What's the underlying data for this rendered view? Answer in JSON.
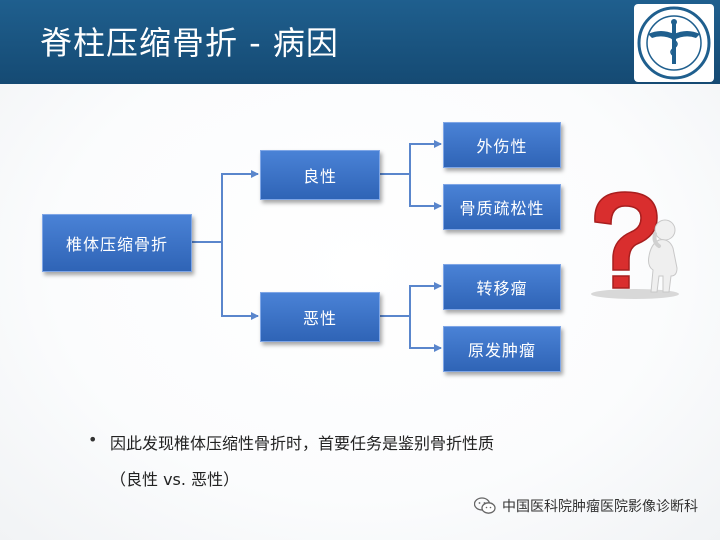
{
  "slide": {
    "title": "脊柱压缩骨折 - 病因"
  },
  "diagram": {
    "root": "椎体压缩骨折",
    "branches": [
      {
        "label": "良性",
        "children": [
          "外伤性",
          "骨质疏松性"
        ]
      },
      {
        "label": "恶性",
        "children": [
          "转移瘤",
          "原发肿瘤"
        ]
      }
    ]
  },
  "bullets": {
    "main": "因此发现椎体压缩性骨折时，首要任务是鉴别骨折性质",
    "sub": "（良性 vs. 恶性）"
  },
  "footer": {
    "source": "中国医科院肿瘤医院影像诊断科"
  },
  "colors": {
    "header": "#1f5f8e",
    "box": "#3a70c4",
    "arrow": "#5a86cc",
    "question": "#d92e2e"
  },
  "icons": {
    "logo": "hospital-emblem-icon",
    "question": "question-figure-icon",
    "wechat": "wechat-icon"
  }
}
